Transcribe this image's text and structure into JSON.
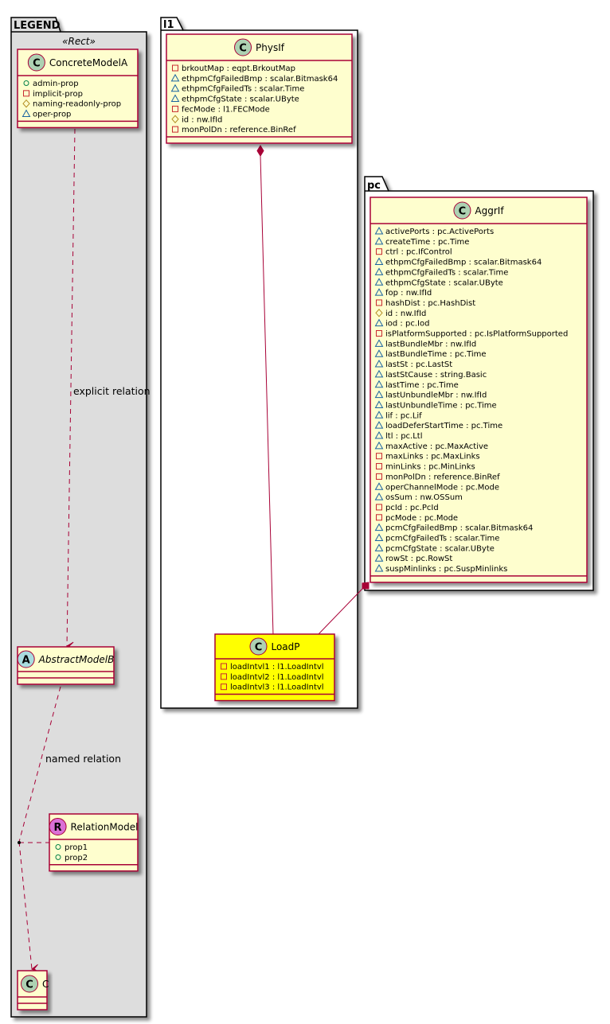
{
  "packages": {
    "legend": {
      "name": "LEGEND",
      "stereotype": "«Rect»",
      "classes": {
        "concrete": {
          "kind": "C",
          "kind_color": "#ADD1B2",
          "name": "ConcreteModelA",
          "attributes": [
            {
              "visibility": "public",
              "text": "admin-prop"
            },
            {
              "visibility": "private",
              "text": "implicit-prop"
            },
            {
              "visibility": "protected",
              "text": "naming-readonly-prop"
            },
            {
              "visibility": "package",
              "text": "oper-prop"
            }
          ]
        },
        "abstract": {
          "kind": "A",
          "kind_color": "#A9DCDF",
          "name": "AbstractModelB",
          "attributes": []
        },
        "relation": {
          "kind": "R",
          "kind_color": "#DA70D6",
          "name": "RelationModel",
          "attributes": [
            {
              "visibility": "public",
              "text": "prop1"
            },
            {
              "visibility": "public",
              "text": "prop2"
            }
          ]
        },
        "c": {
          "kind": "C",
          "kind_color": "#ADD1B2",
          "name": "C",
          "attributes": []
        }
      },
      "relations": {
        "explicit": "explicit relation",
        "named": "named relation"
      }
    },
    "l1": {
      "name": "l1",
      "classes": {
        "physif": {
          "kind": "C",
          "name": "PhysIf",
          "attributes": [
            {
              "visibility": "private",
              "text": "brkoutMap : eqpt.BrkoutMap"
            },
            {
              "visibility": "package",
              "text": "ethpmCfgFailedBmp : scalar.Bitmask64"
            },
            {
              "visibility": "package",
              "text": "ethpmCfgFailedTs : scalar.Time"
            },
            {
              "visibility": "package",
              "text": "ethpmCfgState : scalar.UByte"
            },
            {
              "visibility": "private",
              "text": "fecMode : l1.FECMode"
            },
            {
              "visibility": "protected",
              "text": "id : nw.IfId"
            },
            {
              "visibility": "private",
              "text": "monPolDn : reference.BinRef"
            }
          ]
        },
        "loadp": {
          "kind": "C",
          "name": "LoadP",
          "highlight_color": "#FFFF00",
          "attributes": [
            {
              "visibility": "private",
              "text": "loadIntvl1 : l1.LoadIntvl"
            },
            {
              "visibility": "private",
              "text": "loadIntvl2 : l1.LoadIntvl"
            },
            {
              "visibility": "private",
              "text": "loadIntvl3 : l1.LoadIntvl"
            }
          ]
        }
      }
    },
    "pc": {
      "name": "pc",
      "classes": {
        "aggrif": {
          "kind": "C",
          "name": "AggrIf",
          "attributes": [
            {
              "visibility": "package",
              "text": "activePorts : pc.ActivePorts"
            },
            {
              "visibility": "package",
              "text": "createTime : pc.Time"
            },
            {
              "visibility": "private",
              "text": "ctrl : pc.IfControl"
            },
            {
              "visibility": "package",
              "text": "ethpmCfgFailedBmp : scalar.Bitmask64"
            },
            {
              "visibility": "package",
              "text": "ethpmCfgFailedTs : scalar.Time"
            },
            {
              "visibility": "package",
              "text": "ethpmCfgState : scalar.UByte"
            },
            {
              "visibility": "package",
              "text": "fop : nw.IfId"
            },
            {
              "visibility": "private",
              "text": "hashDist : pc.HashDist"
            },
            {
              "visibility": "protected",
              "text": "id : nw.IfId"
            },
            {
              "visibility": "package",
              "text": "iod : pc.Iod"
            },
            {
              "visibility": "private",
              "text": "isPlatformSupported : pc.IsPlatformSupported"
            },
            {
              "visibility": "package",
              "text": "lastBundleMbr : nw.IfId"
            },
            {
              "visibility": "package",
              "text": "lastBundleTime : pc.Time"
            },
            {
              "visibility": "package",
              "text": "lastSt : pc.LastSt"
            },
            {
              "visibility": "package",
              "text": "lastStCause : string.Basic"
            },
            {
              "visibility": "package",
              "text": "lastTime : pc.Time"
            },
            {
              "visibility": "package",
              "text": "lastUnbundleMbr : nw.IfId"
            },
            {
              "visibility": "package",
              "text": "lastUnbundleTime : pc.Time"
            },
            {
              "visibility": "package",
              "text": "lif : pc.Lif"
            },
            {
              "visibility": "package",
              "text": "loadDeferStartTime : pc.Time"
            },
            {
              "visibility": "package",
              "text": "ltl : pc.Ltl"
            },
            {
              "visibility": "package",
              "text": "maxActive : pc.MaxActive"
            },
            {
              "visibility": "private",
              "text": "maxLinks : pc.MaxLinks"
            },
            {
              "visibility": "private",
              "text": "minLinks : pc.MinLinks"
            },
            {
              "visibility": "private",
              "text": "monPolDn : reference.BinRef"
            },
            {
              "visibility": "package",
              "text": "operChannelMode : pc.Mode"
            },
            {
              "visibility": "package",
              "text": "osSum : nw.OSSum"
            },
            {
              "visibility": "private",
              "text": "pcId : pc.PcId"
            },
            {
              "visibility": "private",
              "text": "pcMode : pc.Mode"
            },
            {
              "visibility": "package",
              "text": "pcmCfgFailedBmp : scalar.Bitmask64"
            },
            {
              "visibility": "package",
              "text": "pcmCfgFailedTs : scalar.Time"
            },
            {
              "visibility": "package",
              "text": "pcmCfgState : scalar.UByte"
            },
            {
              "visibility": "package",
              "text": "rowSt : pc.RowSt"
            },
            {
              "visibility": "package",
              "text": "suspMinlinks : pc.SuspMinlinks"
            }
          ]
        }
      }
    }
  },
  "colors": {
    "class_fill": "#FEFECE",
    "class_border": "#A80036",
    "legend_fill": "#DDDDDD",
    "visibility": {
      "public": "#038048",
      "private": "#C82930",
      "protected": "#B38D22",
      "package": "#1963A0"
    }
  }
}
